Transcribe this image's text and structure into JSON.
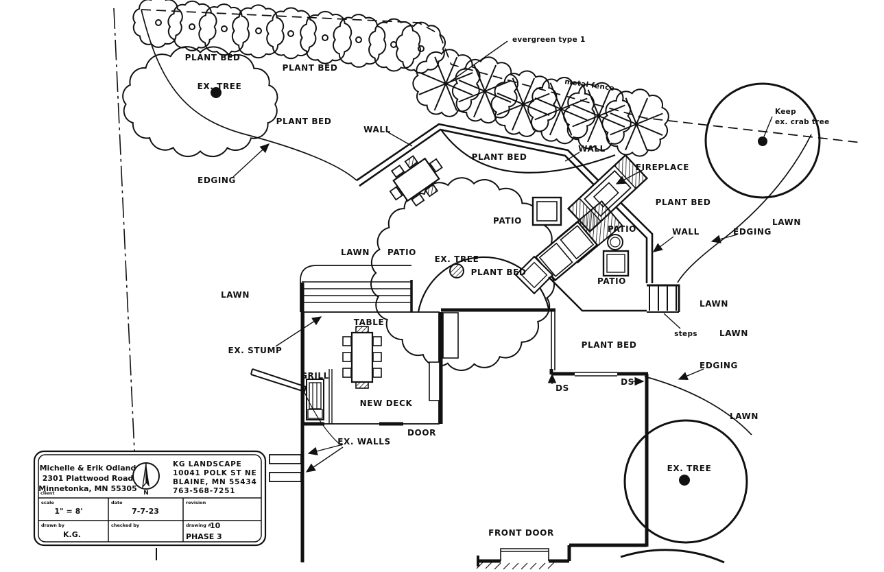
{
  "drawing": {
    "labels": {
      "plant_bed": "PLANT BED",
      "lawn": "LAWN",
      "patio": "PATIO",
      "ex_tree": "EX. TREE",
      "wall": "WALL",
      "edging": "EDGING",
      "evergreen_type": "evergreen type 1",
      "metal_fence": "metal fence",
      "fireplace": "FIREPLACE",
      "keep_line1": "Keep",
      "keep_line2": "ex. crab tree",
      "steps": "steps",
      "ex_stump": "EX. STUMP",
      "table": "TABLE",
      "grill": "GRILL",
      "new_deck": "NEW DECK",
      "door": "DOOR",
      "ex_walls": "EX. WALLS",
      "downspout": "DS",
      "front_door": "FRONT DOOR"
    }
  },
  "title_block": {
    "client_label": "client",
    "client_name": "Michelle & Erik Odland",
    "client_address1": "2301 Plattwood Road",
    "client_address2": "Minnetonka, MN 55305",
    "north": "N",
    "company_name": "KG LANDSCAPE",
    "company_address1": "10041 POLK ST NE",
    "company_address2": "BLAINE, MN 55434",
    "company_phone": "763-568-7251",
    "scale_label": "scale",
    "scale_value": "1\" = 8'",
    "date_label": "date",
    "date_value": "7-7-23",
    "revision_label": "revision",
    "drawn_by_label": "drawn by",
    "drawn_by_value": "K.G.",
    "checked_by_label": "checked by",
    "drawing_no_label": "drawing #",
    "drawing_no_value": "10",
    "phase": "PHASE 3"
  }
}
